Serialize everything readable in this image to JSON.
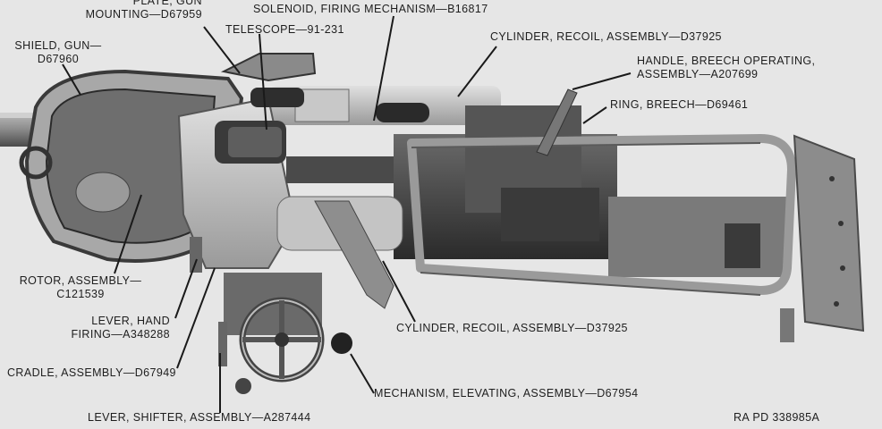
{
  "figure": {
    "reference": "RA PD 338985A"
  },
  "labels": {
    "plate_gun_mounting": [
      "PLATE, GUN",
      "MOUNTING—D67959"
    ],
    "solenoid": "SOLENOID, FIRING MECHANISM—B16817",
    "telescope": "TELESCOPE—91-231",
    "cylinder_recoil_top": "CYLINDER, RECOIL, ASSEMBLY—D37925",
    "shield_gun": [
      "SHIELD, GUN—",
      "D67960"
    ],
    "handle_breech": [
      "HANDLE, BREECH OPERATING,",
      "ASSEMBLY—A207699"
    ],
    "ring_breech": "RING, BREECH—D69461",
    "rotor_assembly": [
      "ROTOR, ASSEMBLY—",
      "C121539"
    ],
    "lever_hand_firing": [
      "LEVER, HAND",
      "FIRING—A348288"
    ],
    "cylinder_recoil_bottom": "CYLINDER, RECOIL, ASSEMBLY—D37925",
    "cradle_assembly": "CRADLE, ASSEMBLY—D67949",
    "mechanism_elevating": "MECHANISM, ELEVATING, ASSEMBLY—D67954",
    "lever_shifter": "LEVER, SHIFTER, ASSEMBLY—A287444"
  }
}
